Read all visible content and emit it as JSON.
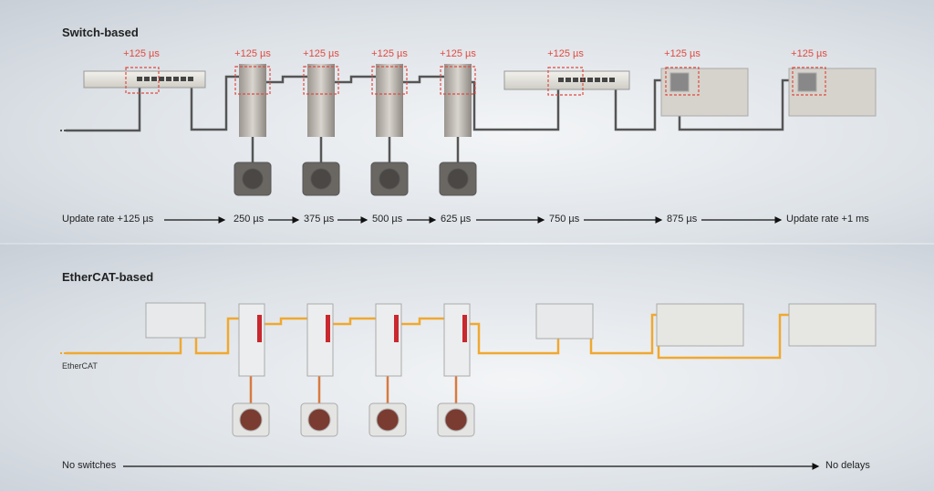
{
  "switch_based": {
    "title": "Switch-based",
    "latency_labels": [
      "+125 µs",
      "+125 µs",
      "+125 µs",
      "+125 µs",
      "+125 µs",
      "+125 µs",
      "+125 µs",
      "+125 µs"
    ],
    "timeline": [
      "Update rate +125 µs",
      "250 µs",
      "375 µs",
      "500 µs",
      "625 µs",
      "750 µs",
      "875 µs",
      "Update rate +1 ms"
    ]
  },
  "ethercat_based": {
    "title": "EtherCAT-based",
    "logo_text": "EtherCAT",
    "timeline_start": "No switches",
    "timeline_end": "No delays"
  },
  "colors": {
    "latency": "#e04a40",
    "ethercat_cable": "#f0a830",
    "ethernet_cable": "#555555"
  }
}
